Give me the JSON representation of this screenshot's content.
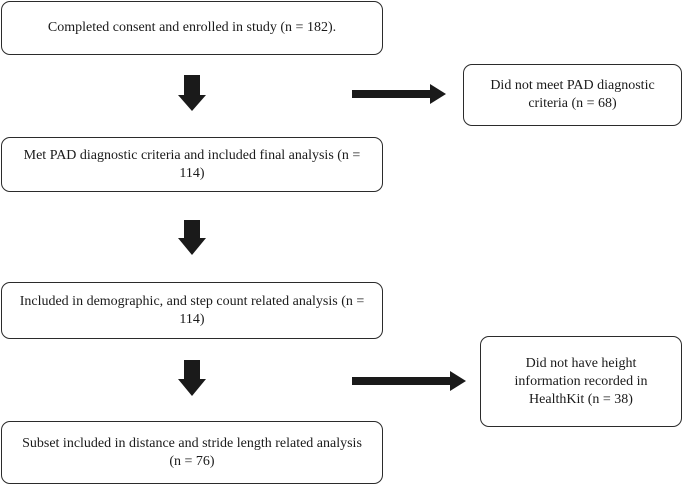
{
  "flowchart": {
    "enrolled": "Completed consent and enrolled in study (n = 182).",
    "excluded_not_pad": "Did not meet PAD diagnostic criteria (n = 68)",
    "met_pad": "Met PAD diagnostic criteria and included final analysis (n = 114)",
    "demographic_analysis": "Included in demographic, and step count related analysis (n = 114)",
    "excluded_no_height": "Did not have height information recorded in HealthKit (n = 38)",
    "subset_stride": "Subset included in distance and stride length related analysis (n = 76)"
  },
  "colors": {
    "border": "#2b2b2b",
    "arrow": "#1a1a1a",
    "text": "#1a1a1a"
  }
}
